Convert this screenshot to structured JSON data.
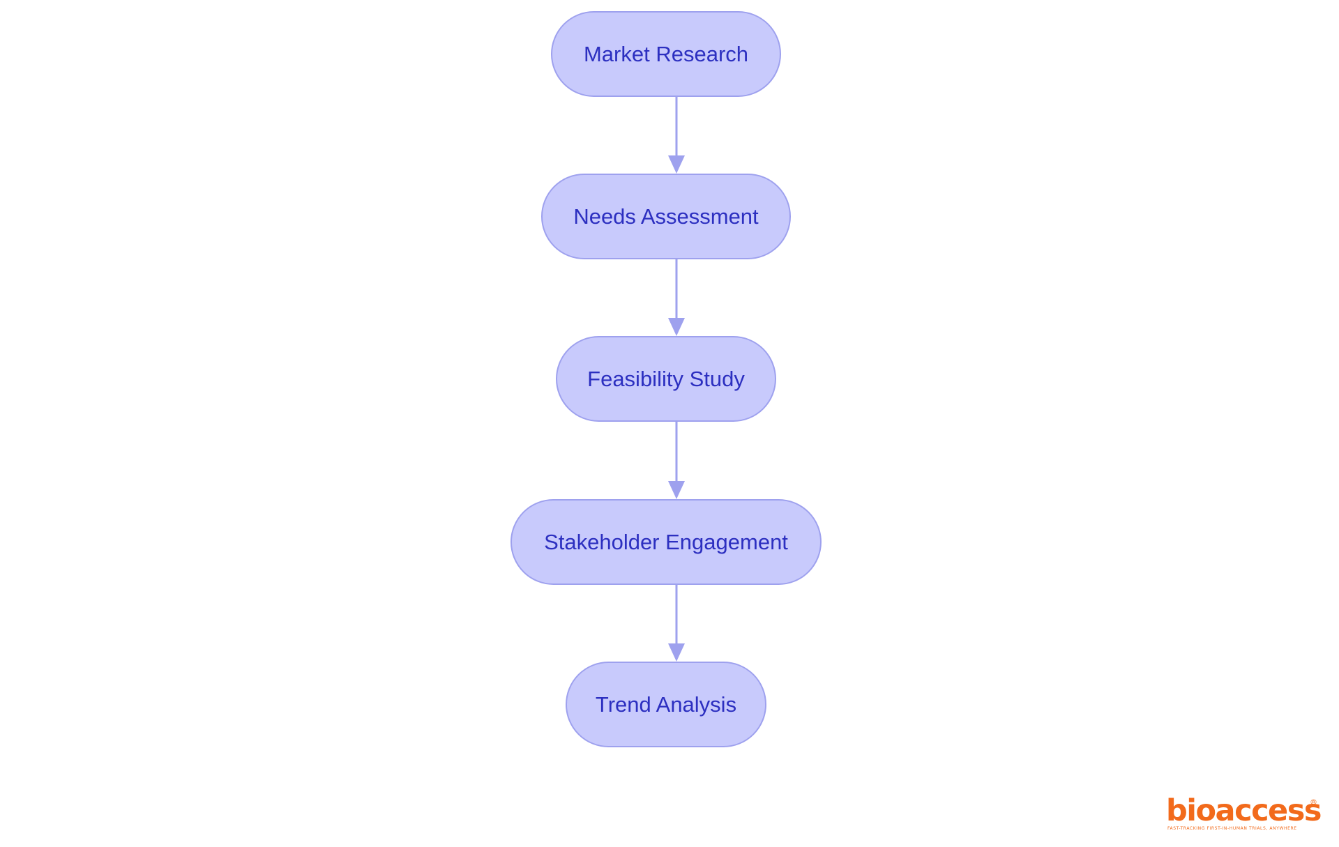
{
  "diagram": {
    "type": "flowchart",
    "direction": "top-to-bottom",
    "nodes": [
      {
        "id": "n0",
        "label": "Market Research"
      },
      {
        "id": "n1",
        "label": "Needs Assessment"
      },
      {
        "id": "n2",
        "label": "Feasibility Study"
      },
      {
        "id": "n3",
        "label": "Stakeholder Engagement"
      },
      {
        "id": "n4",
        "label": "Trend Analysis"
      }
    ],
    "edges": [
      {
        "from": "n0",
        "to": "n1"
      },
      {
        "from": "n1",
        "to": "n2"
      },
      {
        "from": "n2",
        "to": "n3"
      },
      {
        "from": "n3",
        "to": "n4"
      }
    ]
  },
  "colors": {
    "node_fill": "#c8cafc",
    "node_border": "#9ea1ee",
    "node_text": "#2c2fc0",
    "connector": "#9ea1ee",
    "brand": "#f26a1b",
    "background": "#ffffff"
  },
  "logo": {
    "wordmark": "bioaccess",
    "registered_mark": "®",
    "tagline": "FAST-TRACKING FIRST-IN-HUMAN TRIALS, ANYWHERE"
  }
}
